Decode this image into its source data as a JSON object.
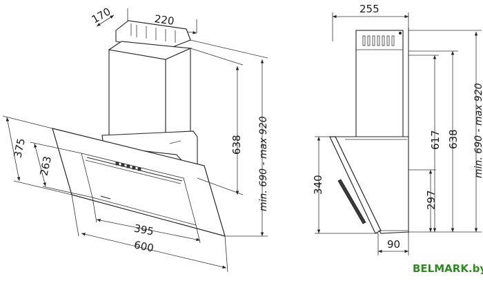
{
  "dimensions": {
    "chimney_width": "220",
    "chimney_depth": "170",
    "chimney_height": "638",
    "total_height": "min. 690 - max 920",
    "panel_depth_outer": "375",
    "panel_depth_inner": "263",
    "inner_width": "395",
    "total_width": "600",
    "side_depth": "255",
    "side_chimney_617": "617",
    "side_chimney_638": "638",
    "side_total_height": "min. 690 - max 920",
    "side_body_height": "340",
    "side_297": "297",
    "side_bottom_depth": "90"
  },
  "watermark": "BELMARK.by"
}
